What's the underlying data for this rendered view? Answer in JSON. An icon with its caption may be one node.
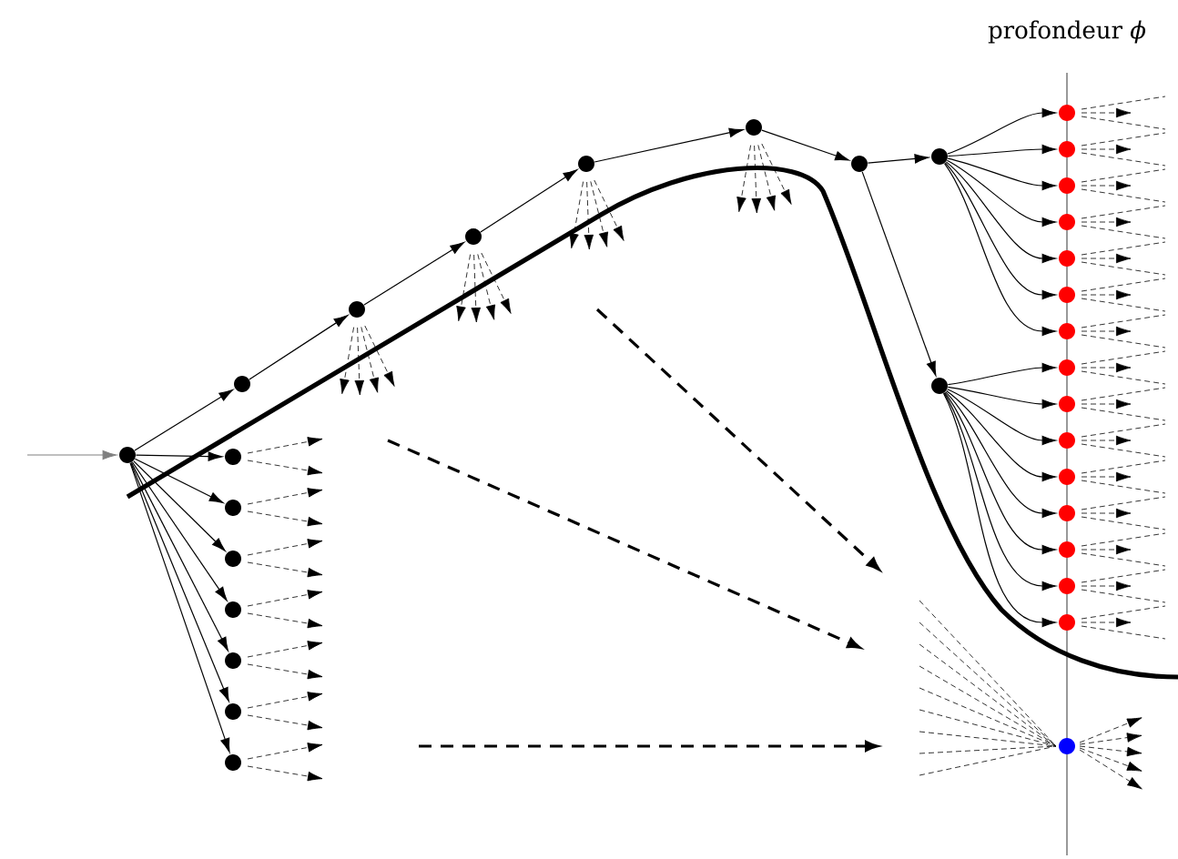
{
  "diagram": {
    "nodes": [
      {
        "text": [],
        "shape": "circle"
      },
      {
        "text": [],
        "shape": "circle"
      },
      {
        "text": [],
        "shape": "circle"
      },
      {
        "text": [],
        "shape": "circle"
      },
      {
        "text": [],
        "shape": "circle"
      },
      {
        "text": [],
        "shape": "circle"
      },
      {
        "text": [],
        "shape": "circle"
      },
      {
        "text": [],
        "shape": "circle"
      },
      {
        "text": [],
        "shape": "circle"
      },
      {
        "text": [],
        "shape": "circle"
      },
      {
        "text": [],
        "shape": "circle"
      },
      {
        "text": [],
        "shape": "circle"
      },
      {
        "text": [],
        "shape": "circle"
      },
      {
        "text": [],
        "shape": "circle"
      },
      {
        "text": [],
        "shape": "circle"
      },
      {
        "text": [],
        "shape": "circle"
      },
      {
        "text": [],
        "shape": "circle"
      },
      {
        "text": [],
        "shape": "circle"
      },
      {
        "text": [],
        "shape": "circle"
      },
      {
        "text": [],
        "shape": "circle"
      },
      {
        "text": [],
        "shape": "circle"
      },
      {
        "text": [],
        "shape": "circle"
      },
      {
        "text": [],
        "shape": "circle"
      },
      {
        "text": [],
        "shape": "circle"
      },
      {
        "text": [],
        "shape": "circle"
      },
      {
        "text": [],
        "shape": "circle"
      },
      {
        "text": [],
        "shape": "circle"
      },
      {
        "text": [],
        "shape": "circle"
      },
      {
        "text": [],
        "shape": "circle"
      },
      {
        "text": [],
        "shape": "circle"
      },
      {
        "text": [],
        "shape": "circle"
      },
      {
        "text": [],
        "shape": "circle"
      }
    ],
    "edges": [
      {
        "from": null,
        "to": 0,
        "arrow": "to",
        "color": "#808080"
      },
      {
        "from": 0,
        "to": 1,
        "arrow": "to"
      },
      {
        "from": 1,
        "to": 2,
        "arrow": "to"
      },
      {
        "from": 2,
        "to": 3,
        "arrow": "to"
      },
      {
        "from": 3,
        "to": 4,
        "arrow": "to"
      },
      {
        "from": 4,
        "to": 5,
        "arrow": "to"
      },
      {
        "from": 5,
        "to": 6,
        "arrow": "to"
      },
      {
        "from": 6,
        "to": 7,
        "arrow": "to"
      },
      {
        "from": 6,
        "to": 8,
        "arrow": "to"
      },
      {
        "from": 0,
        "to": 9,
        "arrow": "to"
      },
      {
        "from": 0,
        "to": 10,
        "arrow": "to"
      },
      {
        "from": 0,
        "to": 11,
        "arrow": "to"
      },
      {
        "from": 0,
        "to": 12,
        "arrow": "to"
      },
      {
        "from": 0,
        "to": 13,
        "arrow": "to"
      },
      {
        "from": 0,
        "to": 14,
        "arrow": "to"
      },
      {
        "from": 0,
        "to": 15,
        "arrow": "to"
      },
      {
        "from": 7,
        "to": 16,
        "arrow": "to"
      },
      {
        "from": 7,
        "to": 17,
        "arrow": "to"
      },
      {
        "from": 7,
        "to": 18,
        "arrow": "to"
      },
      {
        "from": 7,
        "to": 19,
        "arrow": "to"
      },
      {
        "from": 7,
        "to": 20,
        "arrow": "to"
      },
      {
        "from": 7,
        "to": 21,
        "arrow": "to"
      },
      {
        "from": 7,
        "to": 22,
        "arrow": "to"
      },
      {
        "from": 8,
        "to": 23,
        "arrow": "to"
      },
      {
        "from": 8,
        "to": 24,
        "arrow": "to"
      },
      {
        "from": 8,
        "to": 25,
        "arrow": "to"
      },
      {
        "from": 8,
        "to": 26,
        "arrow": "to"
      },
      {
        "from": 8,
        "to": 27,
        "arrow": "to"
      },
      {
        "from": 8,
        "to": 28,
        "arrow": "to"
      },
      {
        "from": 8,
        "to": 29,
        "arrow": "to"
      },
      {
        "from": 8,
        "to": 30,
        "arrow": "to"
      }
    ],
    "labels": [
      "profondeur *ϕ*"
    ]
  }
}
